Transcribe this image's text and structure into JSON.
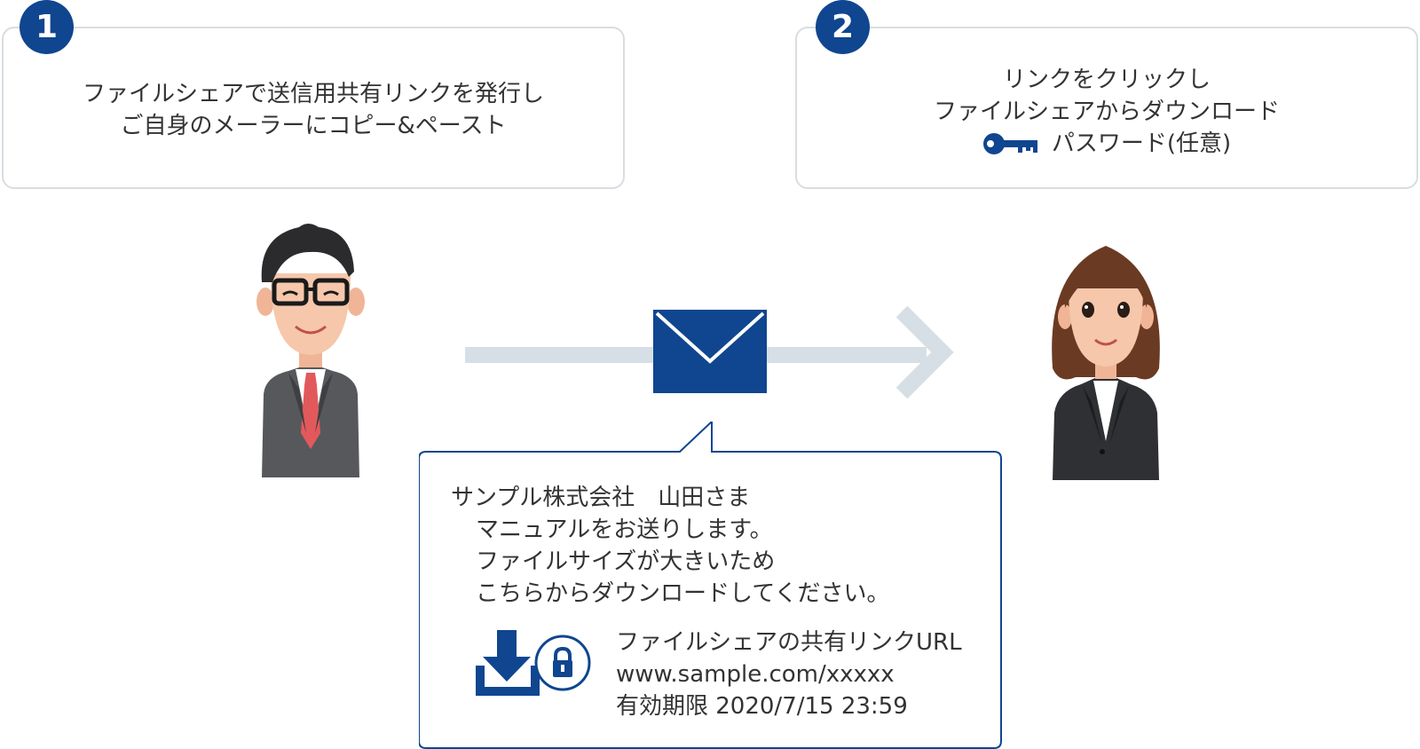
{
  "step1": {
    "number": "1",
    "lines": [
      "ファイルシェアで送信用共有リンクを発行し",
      "ご自身のメーラーにコピー&ペースト"
    ]
  },
  "step2": {
    "number": "2",
    "lines": [
      "リンクをクリックし",
      "ファイルシェアからダウンロード"
    ],
    "password_label": "パスワード(任意)",
    "icon": "key-icon"
  },
  "mail": {
    "line1": "サンプル株式会社　山田さま",
    "line2": "マニュアルをお送りします。",
    "line3": "ファイルサイズが大きいため",
    "line4": "こちらからダウンロードしてください。"
  },
  "link": {
    "title": "ファイルシェアの共有リンクURL",
    "url": "www.sample.com/xxxxx",
    "expiry": "有効期限 2020/7/15 23:59",
    "icons": [
      "download-icon",
      "lock-icon"
    ]
  },
  "colors": {
    "navy": "#0f468f",
    "arrow": "#d6dfe5",
    "border": "#d8dde1"
  }
}
